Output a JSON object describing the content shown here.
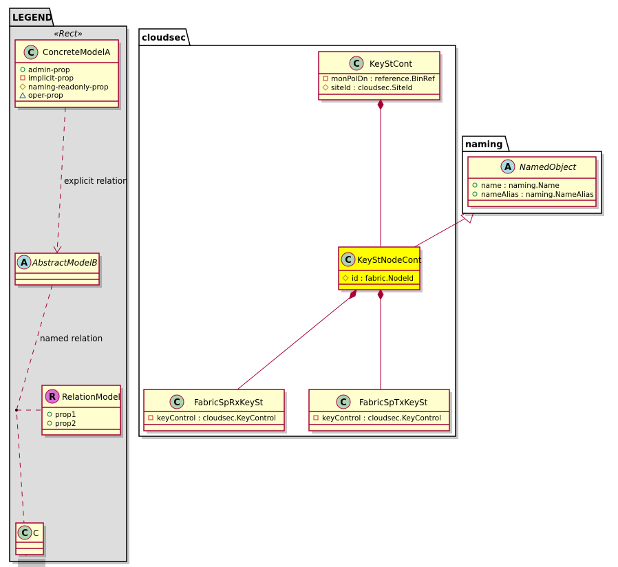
{
  "colors": {
    "class_fill": "#fefece",
    "class_border": "#a80036",
    "highlight_fill": "#ffff00",
    "legend_bg": "#dddddd",
    "spot_class": "#add1b2",
    "spot_abstract": "#a9dcdf",
    "spot_relation": "#da70d6",
    "vis_public": "#038048",
    "vis_private": "#c82930",
    "vis_protected": "#b38d22",
    "vis_package": "#1963a0"
  },
  "packages": {
    "legend": {
      "title": "LEGEND",
      "stereotype": "«Rect»"
    },
    "cloudsec": {
      "title": "cloudsec"
    },
    "naming": {
      "title": "naming"
    }
  },
  "legend": {
    "concrete": {
      "spot": "C",
      "name": "ConcreteModelA",
      "attrs": [
        {
          "vis": "public",
          "text": "admin-prop"
        },
        {
          "vis": "private",
          "text": "implicit-prop"
        },
        {
          "vis": "protected",
          "text": "naming-readonly-prop"
        },
        {
          "vis": "package",
          "text": "oper-prop"
        }
      ]
    },
    "abstract": {
      "spot": "A",
      "name": "AbstractModelB"
    },
    "relation": {
      "spot": "R",
      "name": "RelationModel",
      "attrs": [
        {
          "vis": "public",
          "text": "prop1"
        },
        {
          "vis": "public",
          "text": "prop2"
        }
      ]
    },
    "target": {
      "spot": "C",
      "name": "C"
    },
    "edge_labels": {
      "explicit": "explicit relation",
      "named": "named relation"
    }
  },
  "classes": {
    "keystcont": {
      "spot": "C",
      "name": "KeyStCont",
      "attrs": [
        {
          "vis": "private",
          "text": "monPolDn : reference.BinRef"
        },
        {
          "vis": "protected",
          "text": "siteId : cloudsec.SiteId"
        }
      ]
    },
    "keystnodecont": {
      "spot": "C",
      "name": "KeyStNodeCont",
      "highlighted": true,
      "attrs": [
        {
          "vis": "protected",
          "text": "id : fabric.NodeId"
        }
      ]
    },
    "fabricsprx": {
      "spot": "C",
      "name": "FabricSpRxKeySt",
      "attrs": [
        {
          "vis": "private",
          "text": "keyControl : cloudsec.KeyControl"
        }
      ]
    },
    "fabricsptx": {
      "spot": "C",
      "name": "FabricSpTxKeySt",
      "attrs": [
        {
          "vis": "private",
          "text": "keyControl : cloudsec.KeyControl"
        }
      ]
    },
    "namedobject": {
      "spot": "A",
      "name": "NamedObject",
      "attrs": [
        {
          "vis": "public",
          "text": "name : naming.Name"
        },
        {
          "vis": "public",
          "text": "nameAlias : naming.NameAlias"
        }
      ]
    }
  },
  "relations": [
    {
      "from": "KeyStCont",
      "to": "KeyStNodeCont",
      "type": "composition"
    },
    {
      "from": "KeyStNodeCont",
      "to": "NamedObject",
      "type": "inheritance"
    },
    {
      "from": "KeyStNodeCont",
      "to": "FabricSpRxKeySt",
      "type": "composition"
    },
    {
      "from": "KeyStNodeCont",
      "to": "FabricSpTxKeySt",
      "type": "composition"
    },
    {
      "from": "ConcreteModelA",
      "to": "AbstractModelB",
      "type": "dependency",
      "label": "explicit relation"
    },
    {
      "from": "AbstractModelB",
      "to": "C",
      "type": "dependency",
      "label": "named relation",
      "association_class": "RelationModel"
    }
  ]
}
